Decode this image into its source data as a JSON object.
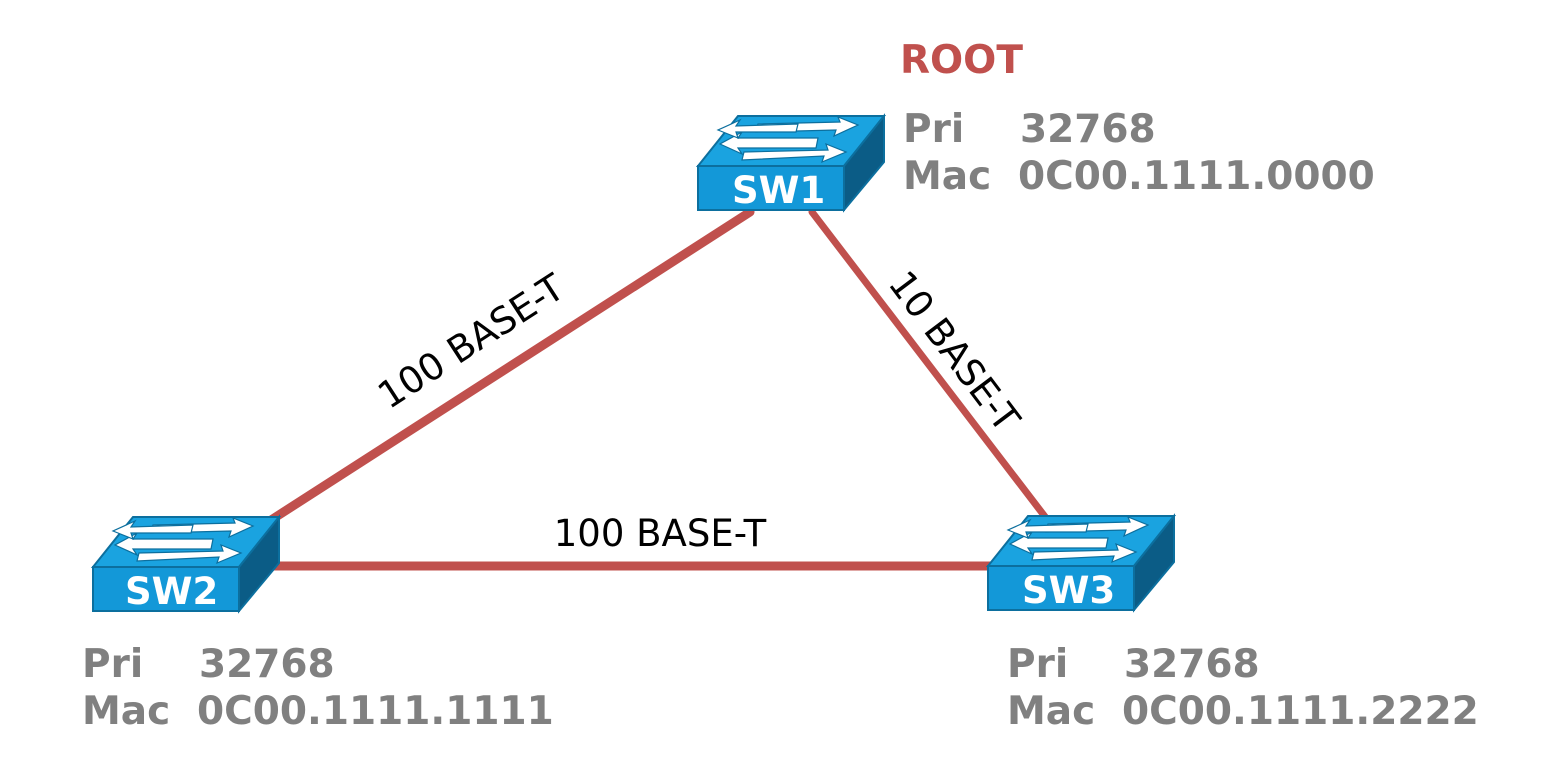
{
  "colors": {
    "link": "#c0504d",
    "root": "#c0504d",
    "info": "#808080",
    "switch_top": "#1aa3e0",
    "switch_front": "#0f8fd0",
    "switch_side": "#0a5f8a",
    "label": "#000000"
  },
  "root_label": "ROOT",
  "switches": [
    {
      "name": "SW1",
      "pri_label": "Pri",
      "pri": "32768",
      "mac_label": "Mac",
      "mac": "0C00.1111.0000"
    },
    {
      "name": "SW2",
      "pri_label": "Pri",
      "pri": "32768",
      "mac_label": "Mac",
      "mac": "0C00.1111.1111"
    },
    {
      "name": "SW3",
      "pri_label": "Pri",
      "pri": "32768",
      "mac_label": "Mac",
      "mac": "0C00.1111.2222"
    }
  ],
  "links": [
    {
      "from": "SW1",
      "to": "SW2",
      "label": "100 BASE-T"
    },
    {
      "from": "SW1",
      "to": "SW3",
      "label": "10 BASE-T"
    },
    {
      "from": "SW2",
      "to": "SW3",
      "label": "100 BASE-T"
    }
  ],
  "icons": {
    "switch": "switch-icon",
    "arrows": "bidirectional-arrows-icon"
  }
}
